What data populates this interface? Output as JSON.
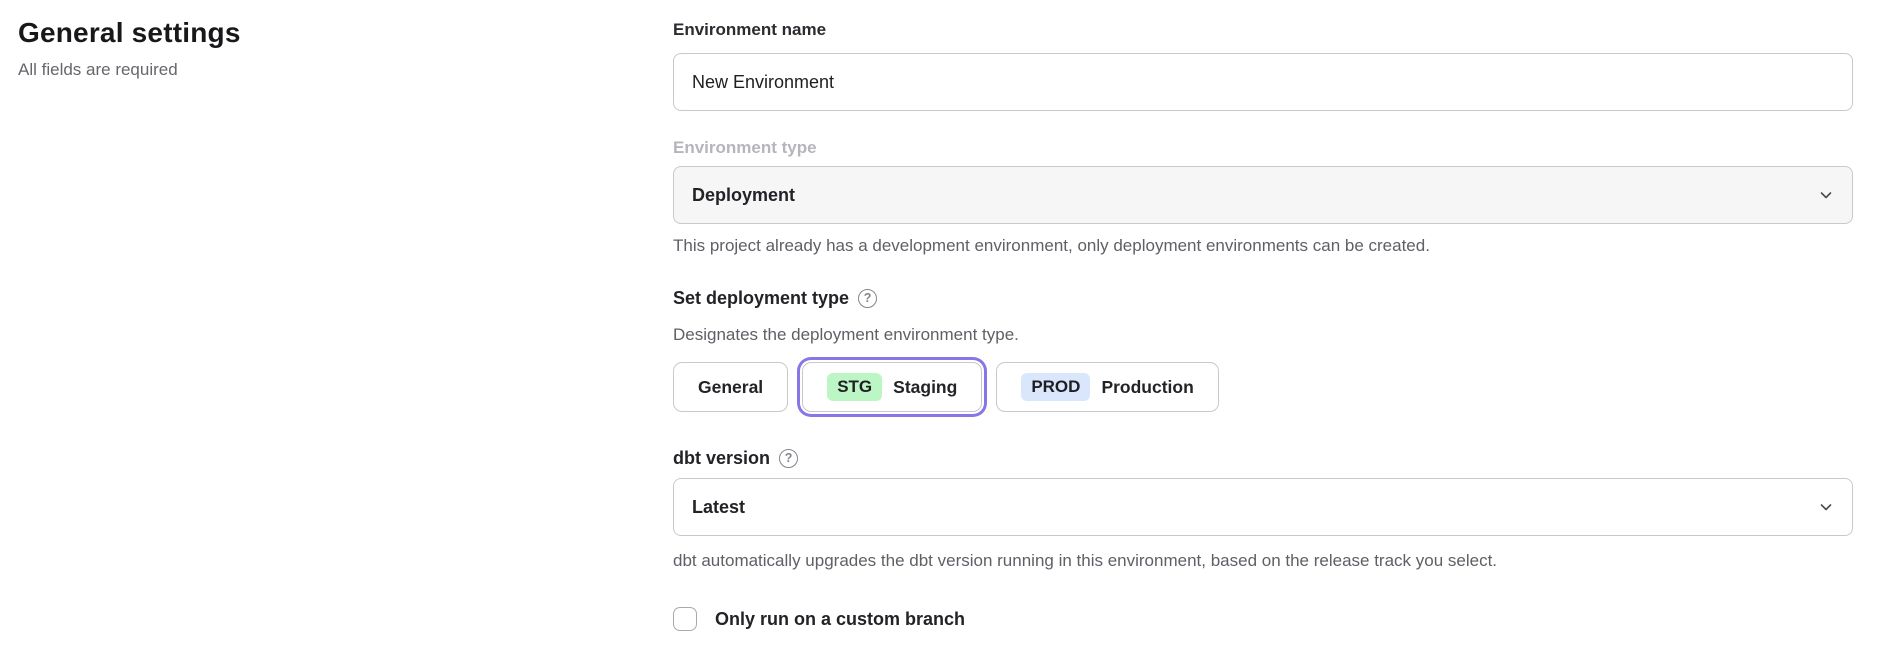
{
  "header": {
    "title": "General settings",
    "subtitle": "All fields are required"
  },
  "form": {
    "environment_name": {
      "label": "Environment name",
      "value": "New Environment"
    },
    "environment_type": {
      "label": "Environment type",
      "value": "Deployment",
      "note": "This project already has a development environment, only deployment environments can be created.",
      "disabled": true,
      "chevron_icon": "chevron-down-icon"
    },
    "deployment_type": {
      "label": "Set deployment type",
      "help_icon": "question-circle-icon",
      "help_glyph": "?",
      "description": "Designates the deployment environment type.",
      "options": [
        {
          "label": "General",
          "badge": "",
          "selected": false
        },
        {
          "label": "Staging",
          "badge": "STG",
          "badge_color": "#bdf6c5",
          "selected": true
        },
        {
          "label": "Production",
          "badge": "PROD",
          "badge_color": "#d9e6fc",
          "selected": false
        }
      ]
    },
    "dbt_version": {
      "label": "dbt version",
      "help_icon": "question-circle-icon",
      "help_glyph": "?",
      "value": "Latest",
      "note": "dbt automatically upgrades the dbt version running in this environment, based on the release track you select.",
      "chevron_icon": "chevron-down-icon"
    },
    "custom_branch": {
      "label": "Only run on a custom branch",
      "checked": false
    }
  },
  "colors": {
    "accent_ring": "#8777e6",
    "badge_staging": "#bdf6c5",
    "badge_production": "#d9e6fc",
    "disabled_bg": "#f6f6f7",
    "border": "#c9c9cd",
    "helper_text": "#5f5f66",
    "disabled_label": "#b5b5bb"
  }
}
